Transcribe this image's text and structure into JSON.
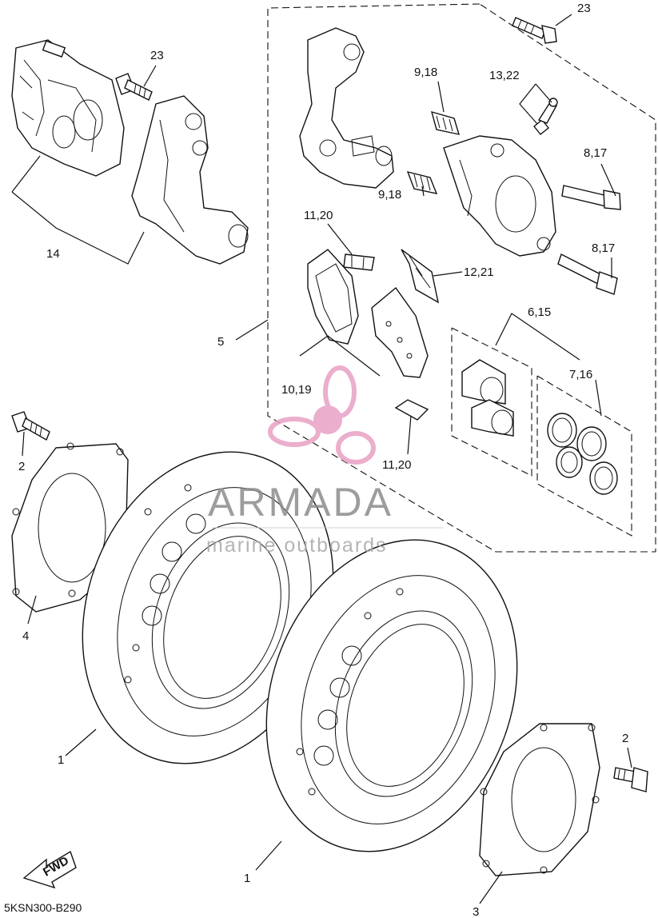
{
  "callouts": {
    "c23_top": "23",
    "c23_left": "23",
    "c9_18_top": "9,18",
    "c13_22": "13,22",
    "c8_17_top": "8,17",
    "c9_18_mid": "9,18",
    "c11_20_top": "11,20",
    "c8_17_bottom": "8,17",
    "c12_21": "12,21",
    "c14": "14",
    "c5": "5",
    "c6_15": "6,15",
    "c7_16": "7,16",
    "c10_19": "10,19",
    "c11_20_bottom": "11,20",
    "c2_left": "2",
    "c4": "4",
    "c1_left": "1",
    "c2_right": "2",
    "c1_bottom": "1",
    "c3": "3"
  },
  "diagram_code": "5KSN300-B290",
  "fwd_label": "FWD",
  "watermark": {
    "title": "ARMADA",
    "subtitle": "marine outboards",
    "logo_colors": {
      "pink": "#e8a0c4",
      "pink_dark": "#d97aab",
      "text": "#8c8c8c"
    }
  }
}
